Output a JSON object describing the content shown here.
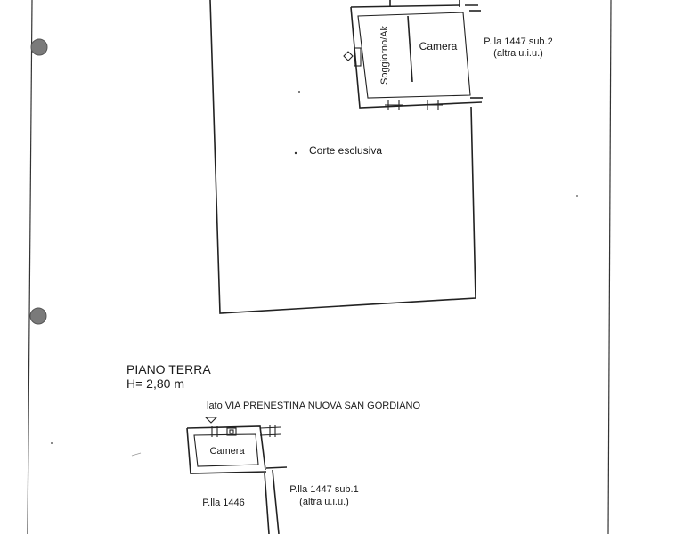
{
  "labels": {
    "soggiorno": "Soggiorno/Ak",
    "camera_top": "Camera",
    "plla_sub2_line1": "P.lla 1447 sub.2",
    "plla_sub2_line2": "(altra u.i.u.)",
    "corte": "Corte esclusiva",
    "piano_title": "PIANO TERRA",
    "piano_height": "H= 2,80 m",
    "lato_via": "lato VIA PRENESTINA NUOVA SAN GORDIANO",
    "camera_bottom": "Camera",
    "plla_1446": "P.lla 1446",
    "plla_sub1_line1": "P.lla 1447 sub.1",
    "plla_sub1_line2": "(altra u.i.u.)"
  }
}
